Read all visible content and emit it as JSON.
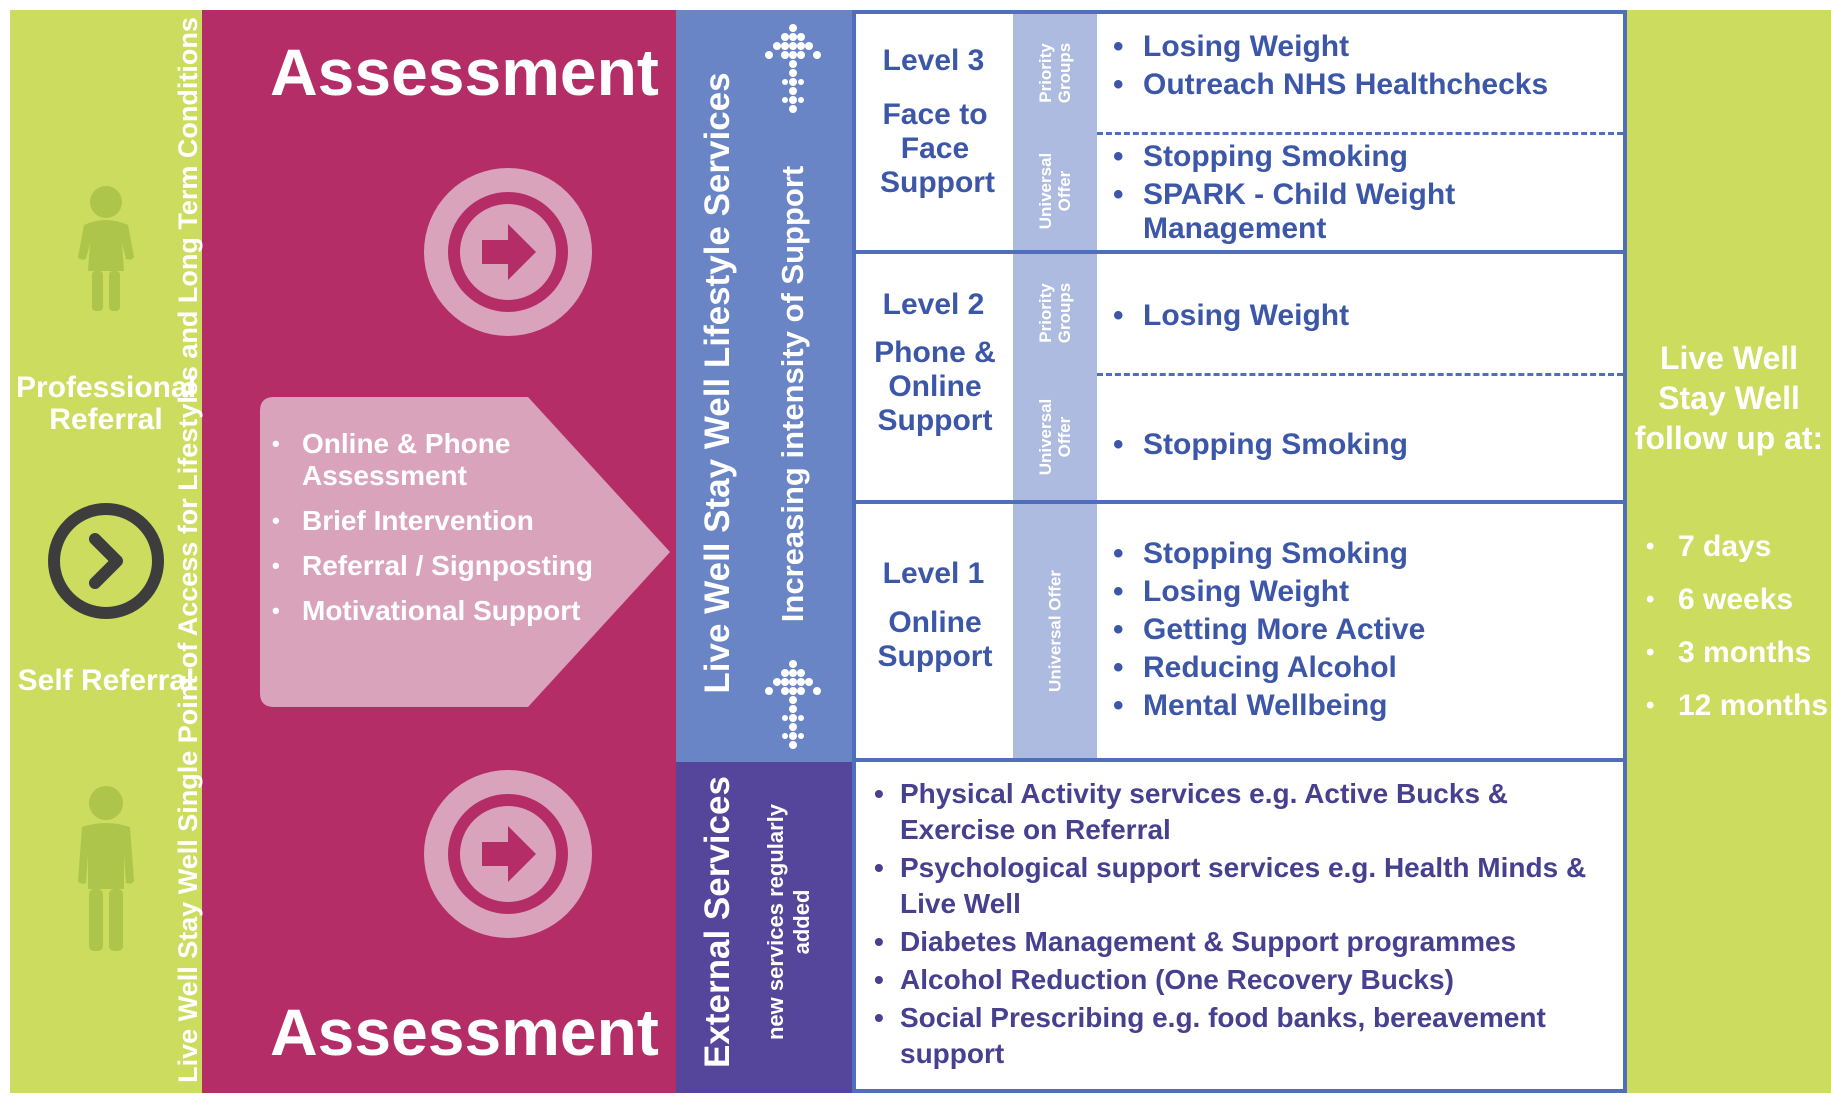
{
  "referral": {
    "professional_label": "Professional Referral",
    "self_label": "Self Referral",
    "colors": {
      "green": "#cbdc5f",
      "icon": "#3d3d3d"
    }
  },
  "assessment": {
    "vertical_label": "Live Well Stay Well Single Point of Access for Lifestyles and Long Term Conditions",
    "title_top": "Assessment",
    "title_bottom": "Assessment",
    "items": [
      "Online & Phone Assessment",
      "Brief Intervention",
      "Referral / Signposting",
      "Motivational Support"
    ],
    "color": "#b52d67"
  },
  "lifestyle": {
    "vertical_label": "Live Well Stay Well Lifestyle Services",
    "intensity_label": "Increasing intensity of Support",
    "levels": [
      {
        "name": "Level 3",
        "mode": "Face to Face Support",
        "groups": [
          {
            "label": "Priority Groups",
            "items": [
              "Losing Weight",
              "Outreach NHS Healthchecks"
            ]
          },
          {
            "label": "Universal Offer",
            "items": [
              "Stopping Smoking",
              "SPARK - Child Weight Management"
            ]
          }
        ]
      },
      {
        "name": "Level 2",
        "mode": "Phone & Online Support",
        "groups": [
          {
            "label": "Priority Groups",
            "items": [
              "Losing Weight"
            ]
          },
          {
            "label": "Universal Offer",
            "items": [
              "Stopping Smoking"
            ]
          }
        ]
      },
      {
        "name": "Level 1",
        "mode": "Online Support",
        "groups": [
          {
            "label": "Universal Offer",
            "items": [
              "Stopping Smoking",
              "Losing Weight",
              "Getting More Active",
              "Reducing Alcohol",
              "Mental Wellbeing"
            ]
          }
        ]
      }
    ]
  },
  "external": {
    "vertical_label": "External Services",
    "sub_label": "new services regularly added",
    "items": [
      "Physical Activity services e.g. Active Bucks & Exercise on Referral",
      "Psychological support services e.g. Health Minds & Live Well",
      "Diabetes Management & Support programmes",
      "Alcohol Reduction (One Recovery Bucks)",
      "Social Prescribing e.g. food banks, bereavement support"
    ]
  },
  "followup": {
    "title": "Live Well Stay Well follow up at:",
    "items": [
      "7 days",
      "6 weeks",
      "3 months",
      "12 months"
    ]
  }
}
